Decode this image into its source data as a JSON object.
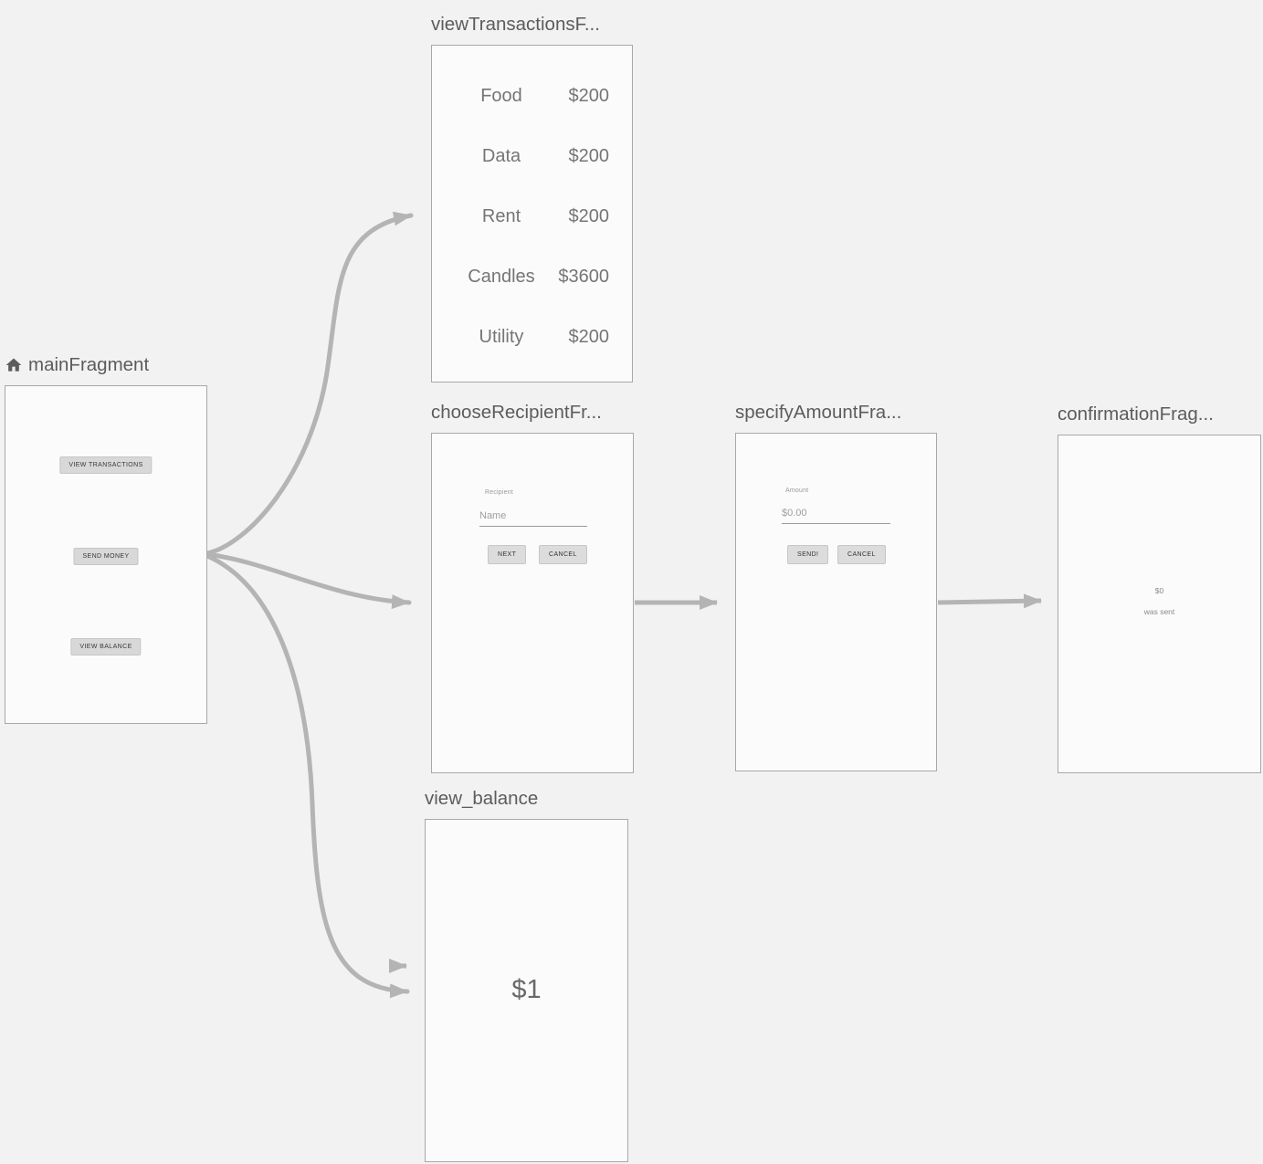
{
  "graph": {
    "fragments": {
      "main": {
        "label": "mainFragment",
        "icon": "home-icon",
        "buttons": {
          "view_transactions": "VIEW TRANSACTIONS",
          "send_money": "SEND MONEY",
          "view_balance": "VIEW BALANCE"
        }
      },
      "view_transactions": {
        "label": "viewTransactionsF...",
        "rows": [
          {
            "name": "Food",
            "amount": "$200"
          },
          {
            "name": "Data",
            "amount": "$200"
          },
          {
            "name": "Rent",
            "amount": "$200"
          },
          {
            "name": "Candles",
            "amount": "$3600"
          },
          {
            "name": "Utility",
            "amount": "$200"
          }
        ]
      },
      "choose_recipient": {
        "label": "chooseRecipientFr...",
        "field_label": "Recipient",
        "placeholder": "Name",
        "next_button": "NEXT",
        "cancel_button": "CANCEL"
      },
      "specify_amount": {
        "label": "specifyAmountFra...",
        "field_label": "Amount",
        "placeholder": "$0.00",
        "send_button": "SEND!",
        "cancel_button": "CANCEL"
      },
      "confirmation": {
        "label": "confirmationFrag...",
        "amount": "$0",
        "message": "was sent"
      },
      "balance": {
        "label": "view_balance",
        "value": "$1"
      }
    },
    "colors": {
      "canvas_bg": "#f2f2f2",
      "card_bg": "#fbfbfb",
      "card_border": "#a8a8a8",
      "title_text": "#5c5c5c",
      "list_text": "#757575",
      "muted_text": "#9a9a9a",
      "button_bg": "#d8d8d8",
      "button_text": "#383838",
      "arrow": "#b4b4b4"
    }
  }
}
